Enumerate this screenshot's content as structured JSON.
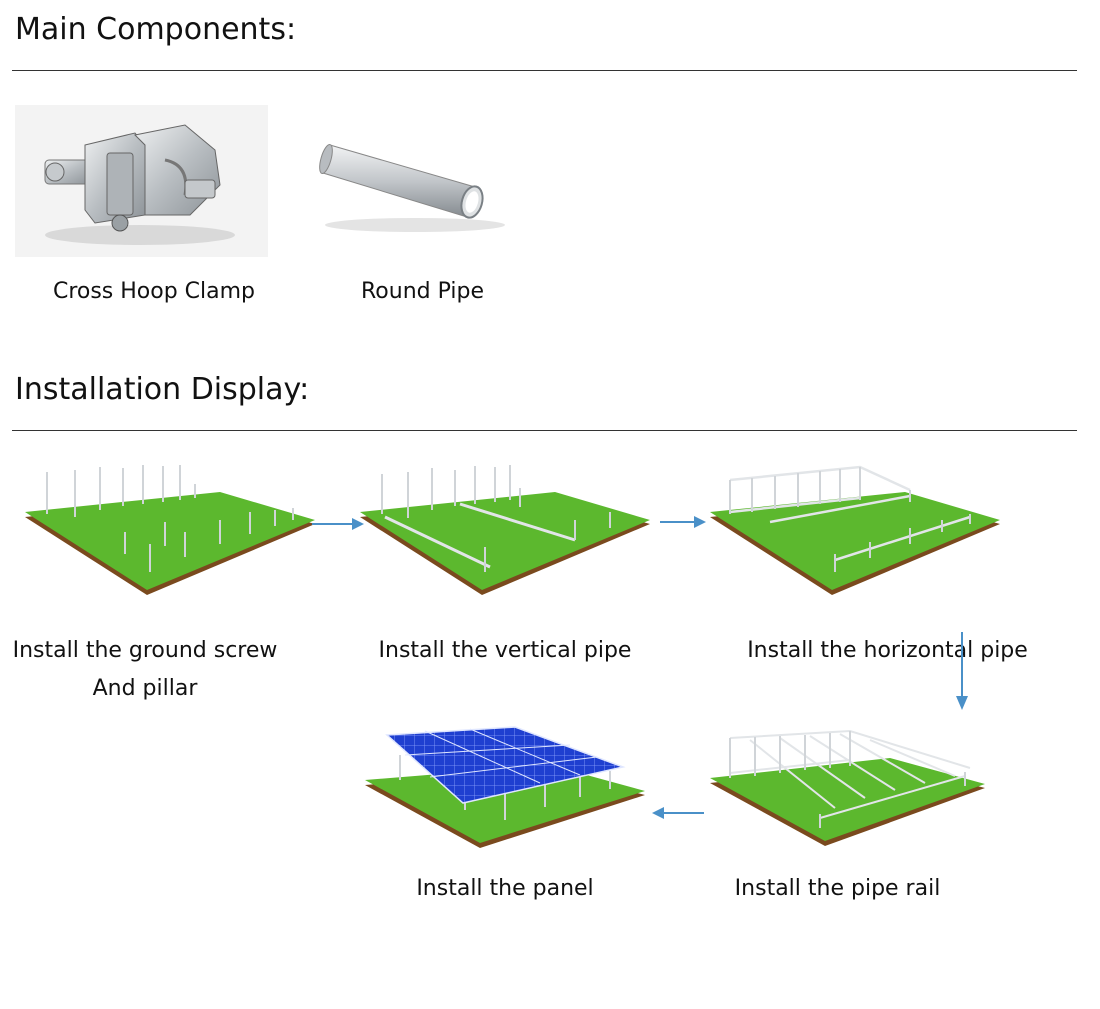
{
  "sections": {
    "main_components": {
      "title": "Main Components:",
      "items": [
        {
          "name": "Cross Hoop Clamp"
        },
        {
          "name": "Round Pipe"
        }
      ]
    },
    "installation_display": {
      "title": "Installation Display:",
      "steps": [
        {
          "line1": "Install the ground screw",
          "line2": "And pillar"
        },
        {
          "line1": "Install the vertical pipe"
        },
        {
          "line1": "Install the horizontal pipe"
        },
        {
          "line1": "Install the pipe rail"
        },
        {
          "line1": "Install the panel"
        }
      ]
    }
  },
  "colors": {
    "grass": "#5cb82e",
    "soil": "#7a4a1e",
    "arrow": "#4a90c8",
    "metal": "#d4d8dc",
    "panel": "#1f3fd0"
  }
}
